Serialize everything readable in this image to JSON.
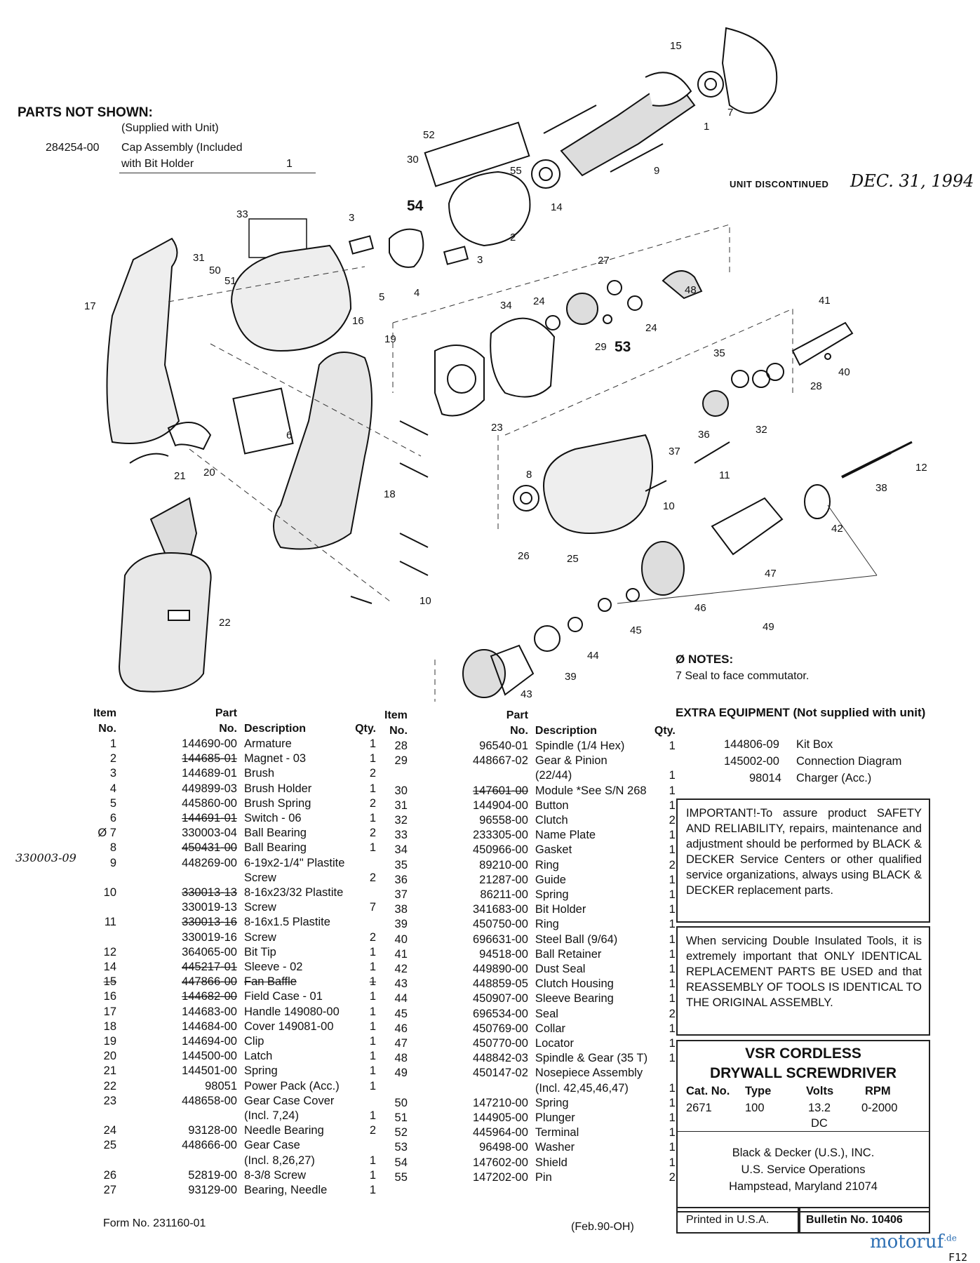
{
  "parts_not_shown": {
    "title": "PARTS NOT SHOWN:",
    "subtitle": "(Supplied with Unit)",
    "part": "284254-00",
    "desc_line1": "Cap Assembly (Included",
    "desc_line2": "with Bit Holder",
    "qty": "1"
  },
  "discontinued": {
    "label": "UNIT DISCONTINUED",
    "date": "DEC. 31, 1994"
  },
  "callouts": [
    "15",
    "7",
    "1",
    "52",
    "30",
    "55",
    "9",
    "14",
    "54",
    "2",
    "33",
    "3",
    "3",
    "5",
    "4",
    "27",
    "31",
    "50",
    "51",
    "17",
    "16",
    "24",
    "48",
    "34",
    "24",
    "29",
    "53",
    "41",
    "19",
    "35",
    "40",
    "28",
    "6",
    "23",
    "36",
    "32",
    "37",
    "11",
    "12",
    "8",
    "21",
    "20",
    "22",
    "18",
    "10",
    "38",
    "26",
    "25",
    "42",
    "47",
    "10",
    "46",
    "45",
    "49",
    "44",
    "39",
    "43"
  ],
  "table_headers": {
    "item": "Item",
    "no": "No.",
    "part": "Part",
    "part_no": "No.",
    "description": "Description",
    "qty": "Qty."
  },
  "table_left": [
    {
      "item": "1",
      "part": "144690-00",
      "desc": "Armature",
      "qty": "1"
    },
    {
      "item": "2",
      "part": "144685-01",
      "desc": "Magnet - 03",
      "qty": "1"
    },
    {
      "item": "3",
      "part": "144689-01",
      "desc": "Brush",
      "qty": "2"
    },
    {
      "item": "4",
      "part": "449899-03",
      "desc": "Brush Holder",
      "qty": "1"
    },
    {
      "item": "5",
      "part": "445860-00",
      "desc": "Brush Spring",
      "qty": "2"
    },
    {
      "item": "6",
      "part": "144691-01",
      "desc": "Switch - 06",
      "qty": "1"
    },
    {
      "item": "Ø 7",
      "part": "330003-04",
      "desc": "Ball Bearing",
      "qty": "2"
    },
    {
      "item": "8",
      "part": "450431-00",
      "desc": "Ball Bearing",
      "qty": "1"
    },
    {
      "item": "9",
      "part": "448269-00",
      "desc": "6-19x2-1/4\" Plastite",
      "qty": ""
    },
    {
      "item": "",
      "part": "",
      "desc": "Screw",
      "qty": "2"
    },
    {
      "item": "10",
      "part": "330013-13",
      "desc": "8-16x23/32 Plastite",
      "qty": ""
    },
    {
      "item": "",
      "part": "330019-13",
      "desc": "Screw",
      "qty": "7"
    },
    {
      "item": "11",
      "part": "330013-16",
      "desc": "8-16x1.5 Plastite",
      "qty": ""
    },
    {
      "item": "",
      "part": "330019-16",
      "desc": "Screw",
      "qty": "2"
    },
    {
      "item": "12",
      "part": "364065-00",
      "desc": "Bit Tip",
      "qty": "1"
    },
    {
      "item": "14",
      "part": "445217-01",
      "desc": "Sleeve - 02",
      "qty": "1"
    },
    {
      "item": "15",
      "part": "447866-00",
      "desc": "Fan Baffle",
      "qty": "1"
    },
    {
      "item": "16",
      "part": "144682-00",
      "desc": "Field Case - 01",
      "qty": "1"
    },
    {
      "item": "17",
      "part": "144683-00",
      "desc": "Handle 149080-00",
      "qty": "1"
    },
    {
      "item": "18",
      "part": "144684-00",
      "desc": "Cover 149081-00",
      "qty": "1"
    },
    {
      "item": "19",
      "part": "144694-00",
      "desc": "Clip",
      "qty": "1"
    },
    {
      "item": "20",
      "part": "144500-00",
      "desc": "Latch",
      "qty": "1"
    },
    {
      "item": "21",
      "part": "144501-00",
      "desc": "Spring",
      "qty": "1"
    },
    {
      "item": "22",
      "part": "98051",
      "desc": "Power  Pack (Acc.)",
      "qty": "1"
    },
    {
      "item": "23",
      "part": "448658-00",
      "desc": "Gear Case Cover",
      "qty": ""
    },
    {
      "item": "",
      "part": "",
      "desc": "(Incl. 7,24)",
      "qty": "1"
    },
    {
      "item": "24",
      "part": "93128-00",
      "desc": "Needle Bearing",
      "qty": "2"
    },
    {
      "item": "25",
      "part": "448666-00",
      "desc": "Gear Case",
      "qty": ""
    },
    {
      "item": "",
      "part": "",
      "desc": "(Incl. 8,26,27)",
      "qty": "1"
    },
    {
      "item": "26",
      "part": "52819-00",
      "desc": "8-3/8  Screw",
      "qty": "1"
    },
    {
      "item": "27",
      "part": "93129-00",
      "desc": " Bearing, Needle",
      "qty": "1"
    }
  ],
  "table_right": [
    {
      "item": "28",
      "part": "96540-01",
      "desc": "Spindle (1/4 Hex)",
      "qty": "1"
    },
    {
      "item": "29",
      "part": "448667-02",
      "desc": "Gear & Pinion",
      "qty": ""
    },
    {
      "item": "",
      "part": "",
      "desc": "(22/44)",
      "qty": "1"
    },
    {
      "item": "30",
      "part": "147601-00",
      "desc": "Module *See S/N 268",
      "qty": "1"
    },
    {
      "item": "31",
      "part": "144904-00",
      "desc": "Button",
      "qty": "1"
    },
    {
      "item": "32",
      "part": "96558-00",
      "desc": "Clutch",
      "qty": "2"
    },
    {
      "item": "33",
      "part": "233305-00",
      "desc": "Name Plate",
      "qty": "1"
    },
    {
      "item": "34",
      "part": "450966-00",
      "desc": "Gasket",
      "qty": "1"
    },
    {
      "item": "35",
      "part": "89210-00",
      "desc": "Ring",
      "qty": "2"
    },
    {
      "item": "36",
      "part": "21287-00",
      "desc": "Guide",
      "qty": "1"
    },
    {
      "item": "37",
      "part": "86211-00",
      "desc": "Spring",
      "qty": "1"
    },
    {
      "item": "38",
      "part": "341683-00",
      "desc": "Bit Holder",
      "qty": "1"
    },
    {
      "item": "39",
      "part": "450750-00",
      "desc": "Ring",
      "qty": "1"
    },
    {
      "item": "40",
      "part": "696631-00",
      "desc": "Steel Ball (9/64)",
      "qty": "1"
    },
    {
      "item": "41",
      "part": "94518-00",
      "desc": "Ball Retainer",
      "qty": "1"
    },
    {
      "item": "42",
      "part": "449890-00",
      "desc": "Dust Seal",
      "qty": "1"
    },
    {
      "item": "43",
      "part": "448859-05",
      "desc": "Clutch Housing",
      "qty": "1"
    },
    {
      "item": "44",
      "part": "450907-00",
      "desc": "Sleeve Bearing",
      "qty": "1"
    },
    {
      "item": "45",
      "part": "696534-00",
      "desc": "Seal",
      "qty": "2"
    },
    {
      "item": "46",
      "part": "450769-00",
      "desc": "Collar",
      "qty": "1"
    },
    {
      "item": "47",
      "part": "450770-00",
      "desc": "Locator",
      "qty": "1"
    },
    {
      "item": "48",
      "part": "448842-03",
      "desc": "Spindle & Gear (35 T)",
      "qty": "1"
    },
    {
      "item": "49",
      "part": "450147-02",
      "desc": "Nosepiece Assembly",
      "qty": ""
    },
    {
      "item": "",
      "part": "",
      "desc": "(Incl. 42,45,46,47)",
      "qty": "1"
    },
    {
      "item": "50",
      "part": "147210-00",
      "desc": "Spring",
      "qty": "1"
    },
    {
      "item": "51",
      "part": "144905-00",
      "desc": "Plunger",
      "qty": "1"
    },
    {
      "item": "52",
      "part": "445964-00",
      "desc": "Terminal",
      "qty": "1"
    },
    {
      "item": "53",
      "part": "96498-00",
      "desc": "Washer",
      "qty": "1"
    },
    {
      "item": "54",
      "part": "147602-00",
      "desc": "Shield",
      "qty": "1"
    },
    {
      "item": "55",
      "part": "147202-00",
      "desc": "Pin",
      "qty": "2"
    }
  ],
  "handwritten_left": "330003-09",
  "notes": {
    "title": "Ø NOTES:",
    "text": "7 Seal to face commutator."
  },
  "extra_equipment": {
    "title": "EXTRA EQUIPMENT (Not supplied with unit)",
    "items": [
      {
        "part": "144806-09",
        "desc": "Kit Box"
      },
      {
        "part": "145002-00",
        "desc": "Connection Diagram"
      },
      {
        "part": "98014",
        "desc": "Charger (Acc.)"
      }
    ]
  },
  "important": "IMPORTANT!-To assure product SAFETY AND RELIABILITY, repairs, maintenance and adjustment should be performed by BLACK & DECKER Service Centers or other qualified service organizations, always using BLACK & DECKER replacement parts.",
  "servicing": "When servicing Double Insulated Tools, it is extremely important that ONLY IDENTICAL REPLACEMENT PARTS BE USED and that REASSEMBLY OF TOOLS IS IDENTICAL TO THE ORIGINAL ASSEMBLY.",
  "model": {
    "title_line1": "VSR CORDLESS",
    "title_line2": "DRYWALL SCREWDRIVER",
    "cat_label": "Cat. No.",
    "type_label": "Type",
    "volts_label": "Volts",
    "rpm_label": "RPM",
    "cat": "2671",
    "type": "100",
    "volts": "13.2",
    "volts_unit": "DC",
    "rpm": "0-2000",
    "company": "Black & Decker (U.S.), INC.",
    "ops": "U.S. Service Operations",
    "location": "Hampstead, Maryland 21074"
  },
  "printed": "Printed in U.S.A.",
  "bulletin": "Bulletin No. 10406",
  "form_no": "Form No. 231160-01",
  "feb": "(Feb.90-OH)",
  "logo": {
    "name": "motoruf",
    "suffix": ".de"
  },
  "page_code": "F12"
}
